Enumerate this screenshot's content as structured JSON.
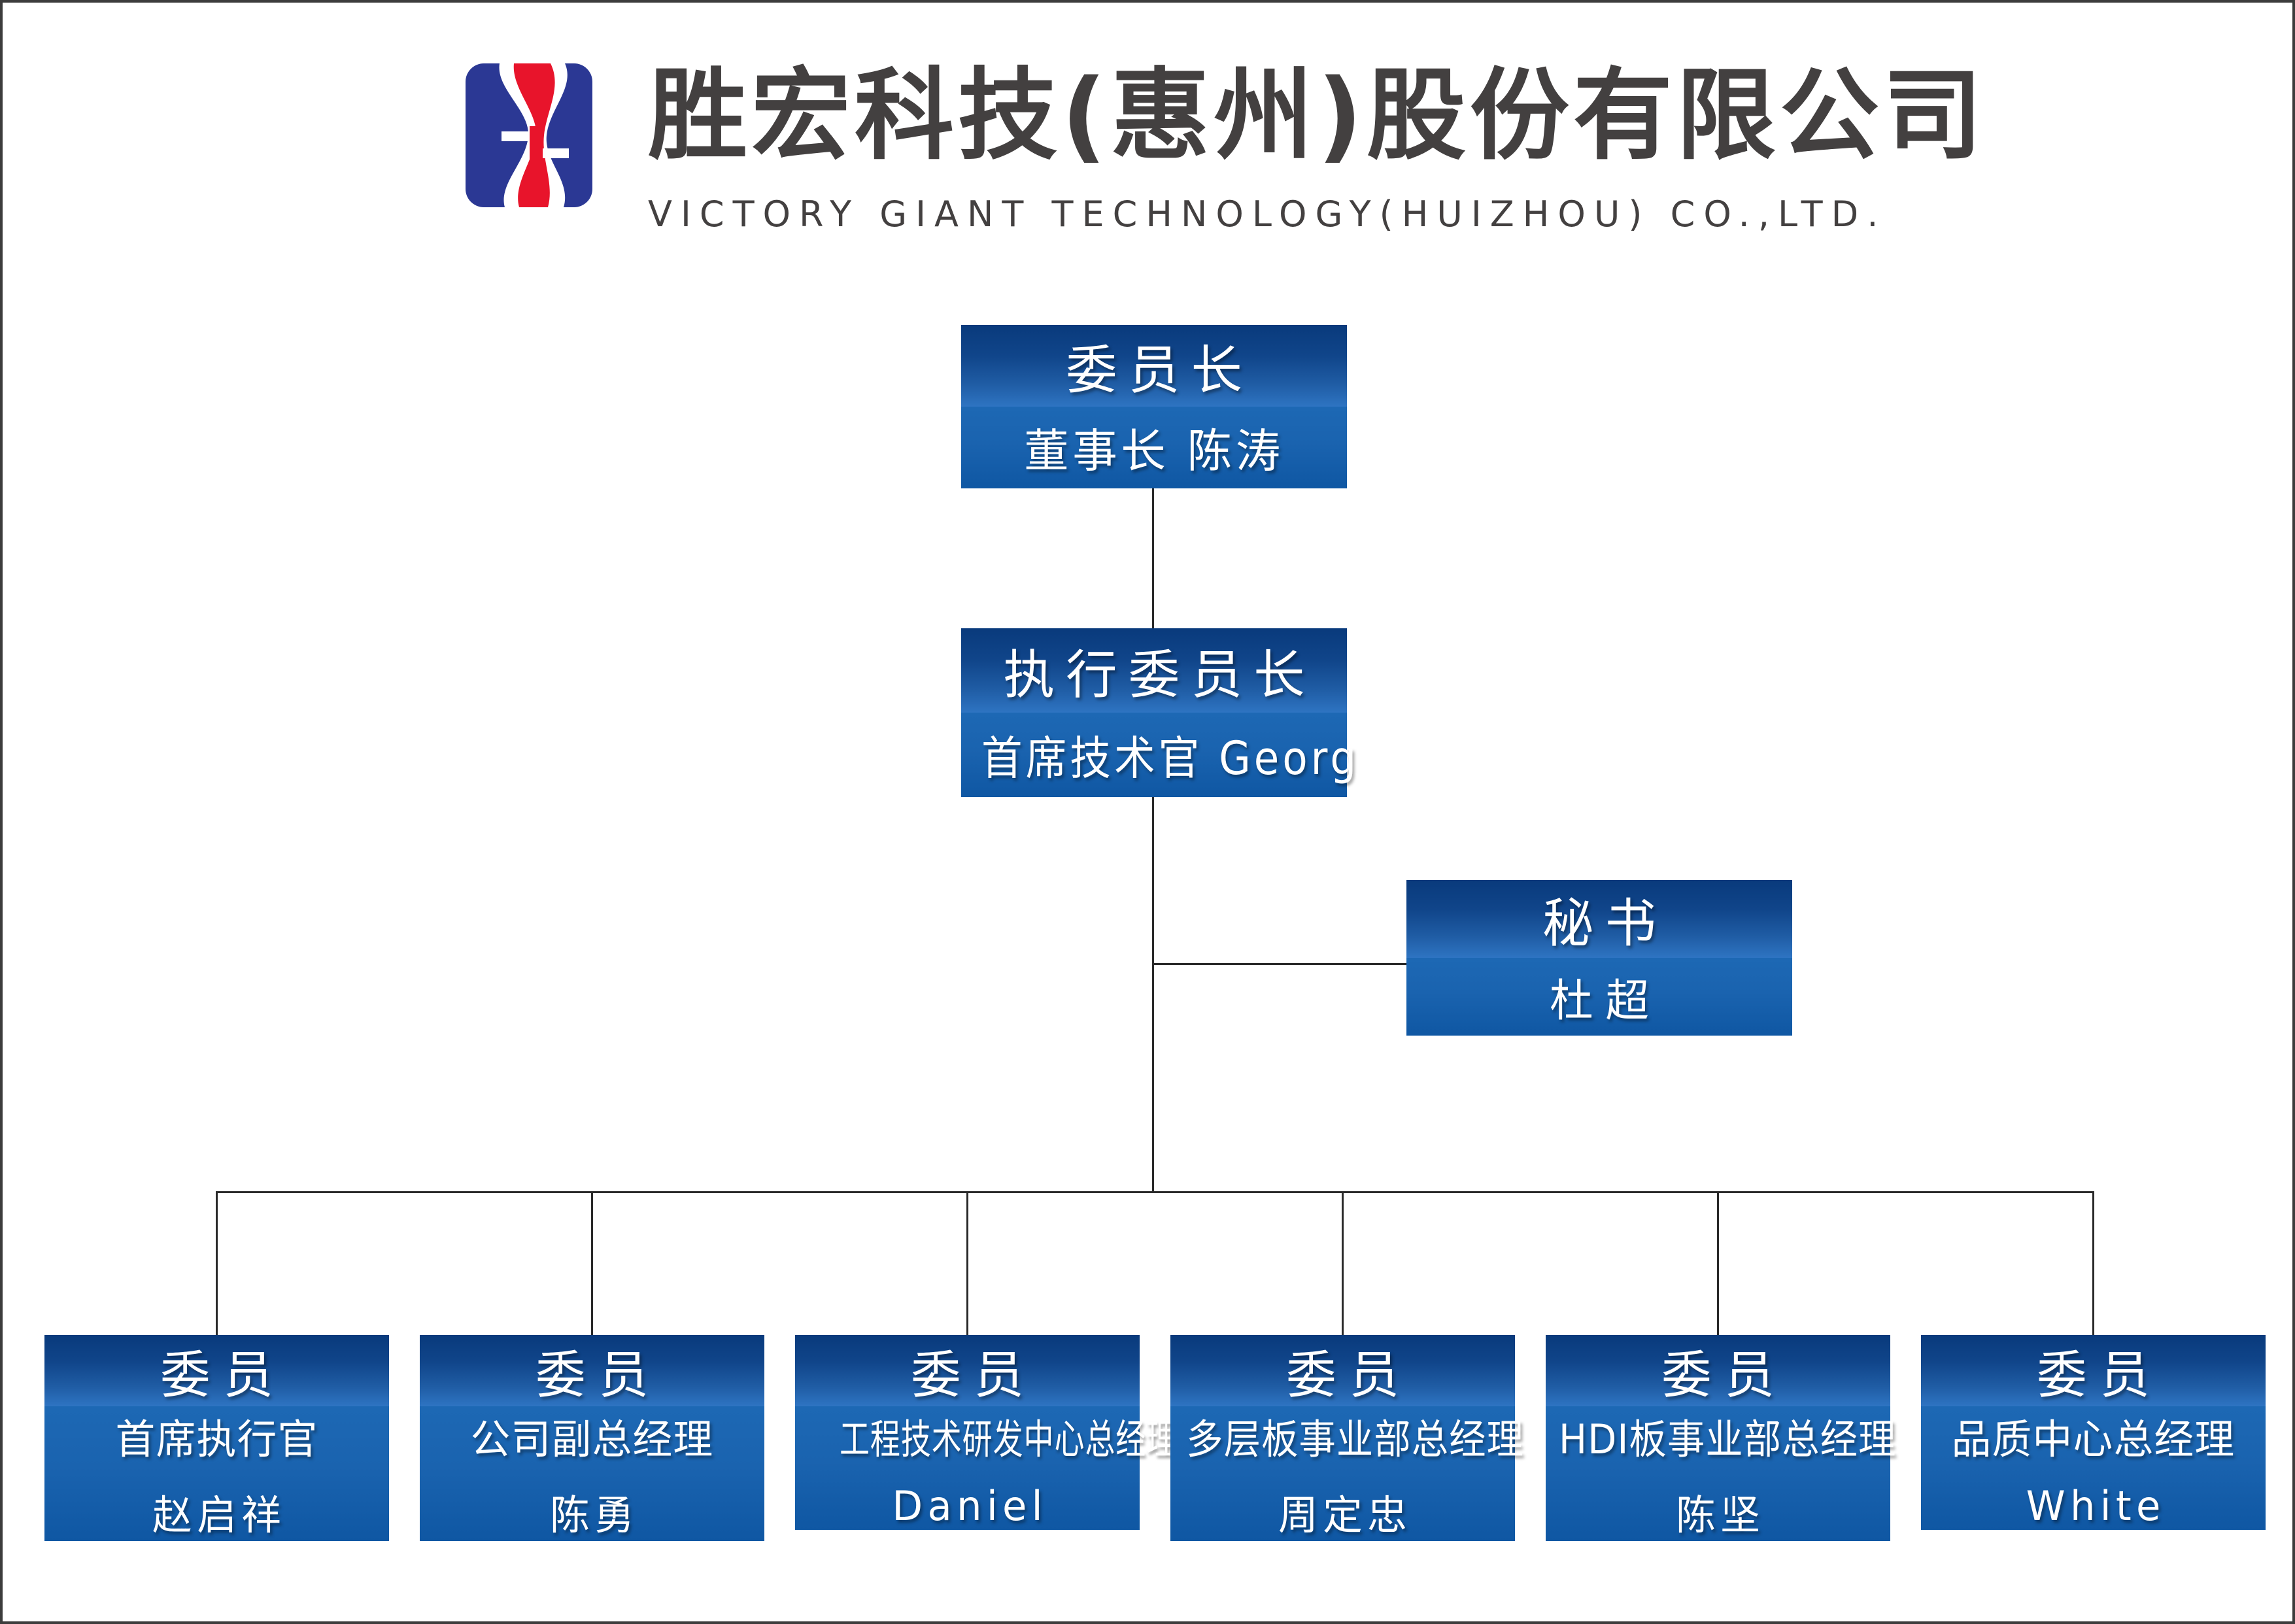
{
  "header": {
    "logo_icon": "victory-giant-s-logo",
    "title_cn": "胜宏科技(惠州)股份有限公司",
    "title_en": "VICTORY GIANT TECHNOLOGY(HUIZHOU) CO.,LTD."
  },
  "colors": {
    "logo_blue": "#2b3894",
    "logo_red": "#e8142b",
    "ink": "#434040",
    "line": "#2a2a2a",
    "box_top": "#093a7c",
    "box_light": "#2e74c2",
    "box_mid": "#1d68b4",
    "box_bottom": "#0f57a3",
    "bg": "#ffffff"
  },
  "org_chart": {
    "root": {
      "title": "委员长",
      "subtitle": "董事长 陈涛"
    },
    "executive": {
      "title": "执行委员长",
      "subtitle": "首席技术官 Georg"
    },
    "secretary": {
      "title": "秘书",
      "subtitle": "杜超"
    },
    "members": [
      {
        "title": "委员",
        "role": "首席执行官",
        "name": "赵启祥"
      },
      {
        "title": "委员",
        "role": "公司副总经理",
        "name": "陈勇"
      },
      {
        "title": "委员",
        "role": "工程技术研发中心总经理",
        "name": "Daniel"
      },
      {
        "title": "委员",
        "role": "多层板事业部总经理",
        "name": "周定忠"
      },
      {
        "title": "委员",
        "role": "HDI板事业部总经理",
        "name": "陈坚"
      },
      {
        "title": "委员",
        "role": "品质中心总经理",
        "name": "White"
      }
    ]
  }
}
